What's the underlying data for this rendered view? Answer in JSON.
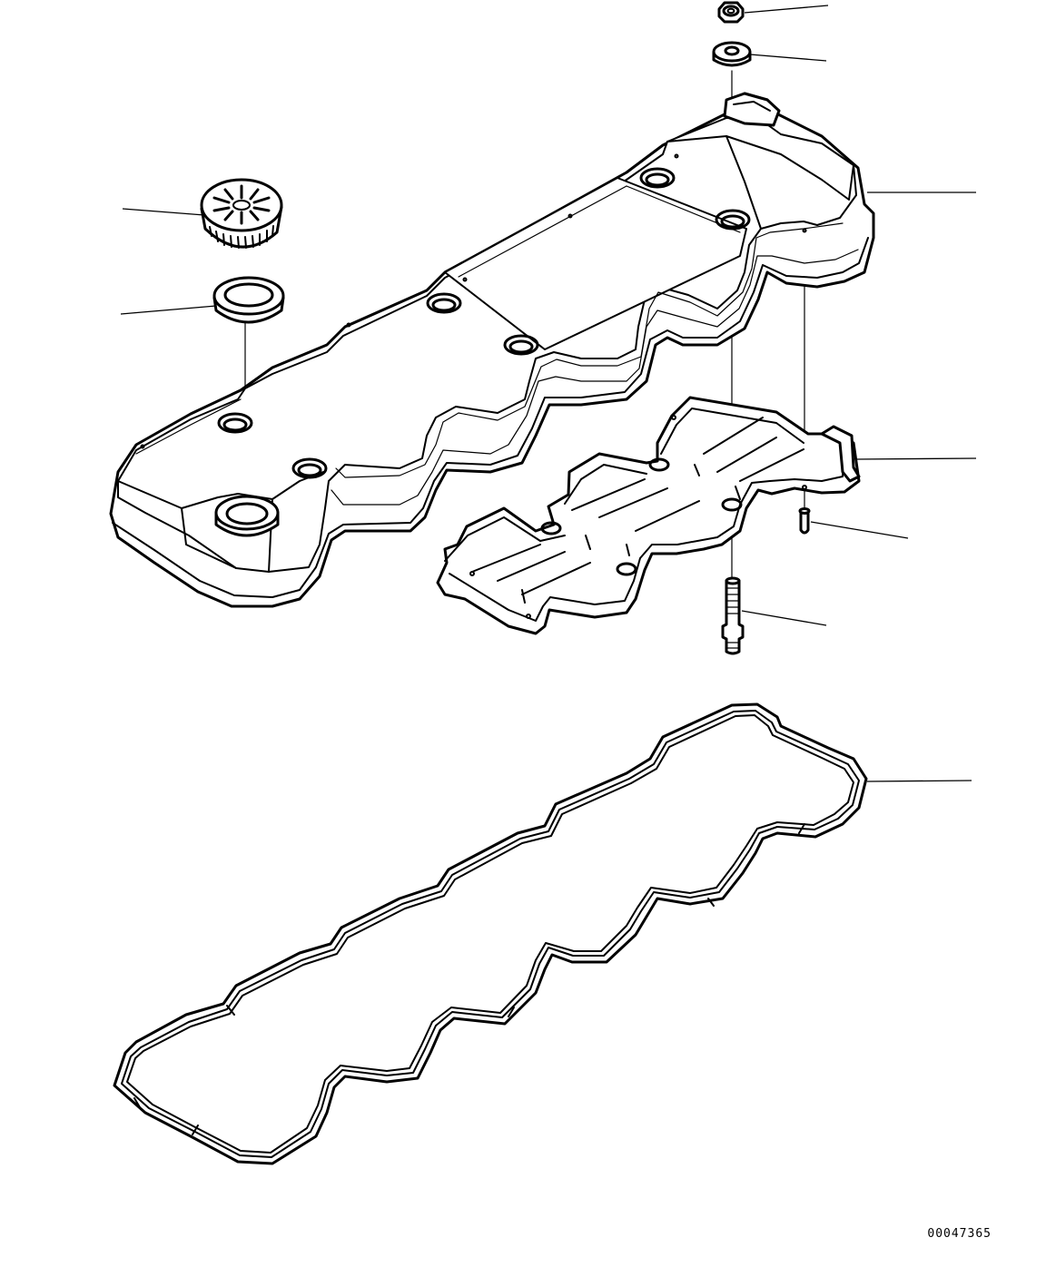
{
  "drawing": {
    "reference_number": "00047365"
  },
  "parts": [
    {
      "name": "flange-nut"
    },
    {
      "name": "grommet"
    },
    {
      "name": "valve-cover"
    },
    {
      "name": "oil-filler-cap"
    },
    {
      "name": "filler-cap-seal"
    },
    {
      "name": "baffle-plate"
    },
    {
      "name": "baffle-screw"
    },
    {
      "name": "cover-stud"
    },
    {
      "name": "cover-gasket"
    }
  ]
}
